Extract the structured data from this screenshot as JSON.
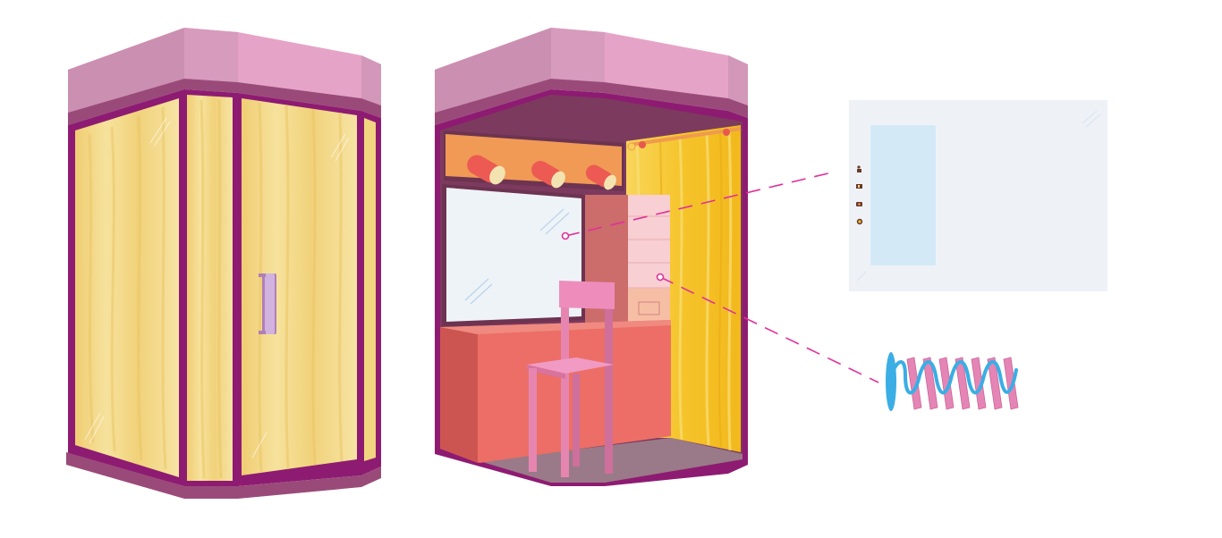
{
  "figure": {
    "parts": [
      "closed-booth",
      "open-booth",
      "mirror-detail-panel",
      "spring-detail"
    ]
  },
  "colors": {
    "frame_purple": "#8e1b72",
    "roof_pink": "#e6a3c8",
    "roof_pink_dark": "#c98fb1",
    "curtain_yellow": "#f3d98a",
    "curtain_gold": "#f5c42a",
    "interior_dark": "#7d3a5f",
    "vanity_coral": "#ec6e66",
    "vanity_coral_dark": "#cc5551",
    "light_bar_orange": "#f09a55",
    "chair_pink": "#e686b0",
    "drawer_pink": "#f8cfd2",
    "mirror_white": "#eef3f8",
    "leader_line_magenta": "#e0309a",
    "detail_panel_bg": "#eef2f7",
    "detail_screen_blue": "#d3e9f6",
    "spring_blue": "#3aaee5",
    "spring_pink": "#e485b5"
  },
  "panel_icons": [
    "person-icon",
    "id-card-icon",
    "camera-icon",
    "coin-icon"
  ]
}
